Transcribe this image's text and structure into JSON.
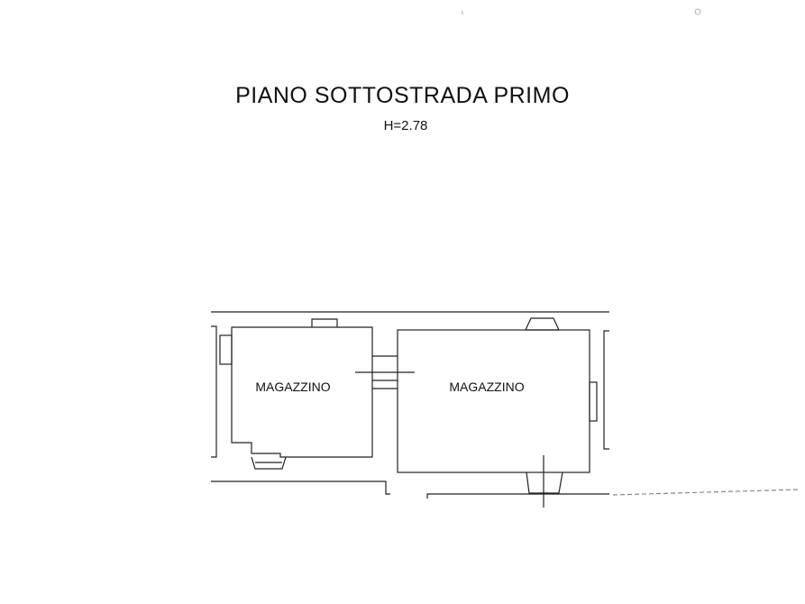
{
  "plan": {
    "title": "PIANO SOTTOSTRADA PRIMO",
    "height_label": "H=2.78"
  },
  "rooms": [
    {
      "label": "MAGAZZINO"
    },
    {
      "label": "MAGAZZINO"
    }
  ],
  "colors": {
    "line": "#222222",
    "background": "#ffffff"
  }
}
